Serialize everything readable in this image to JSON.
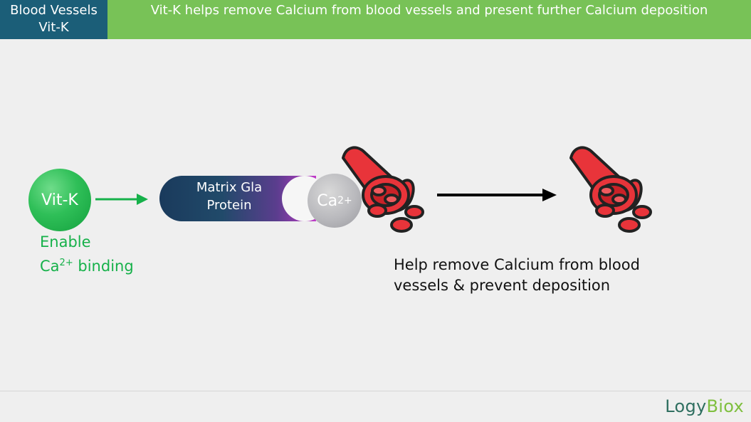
{
  "header": {
    "left_line1": "Blood Vessels",
    "left_line2": "Vit-K",
    "title": "Vit-K helps remove Calcium from blood vessels and present further Calcium deposition"
  },
  "vitk": {
    "label": "Vit-K",
    "caption_line1": "Enable",
    "caption_line2_pre": "Ca",
    "caption_line2_sup": "2+",
    "caption_line2_post": " binding"
  },
  "protein": {
    "label_line1": "Matrix Gla",
    "label_line2": "Protein"
  },
  "calcium": {
    "symbol": "Ca",
    "charge": "2+"
  },
  "result_text": "Help remove Calcium from blood vessels & prevent deposition",
  "logo": {
    "part1": "Logy",
    "part2": "Biox"
  },
  "colors": {
    "header_left": "#1b5e78",
    "header_right": "#78c257",
    "vitk_green": "#16b14a",
    "vessel_red": "#e8343a"
  },
  "icons": [
    "arrow-right-icon",
    "blood-vessel-icon"
  ]
}
